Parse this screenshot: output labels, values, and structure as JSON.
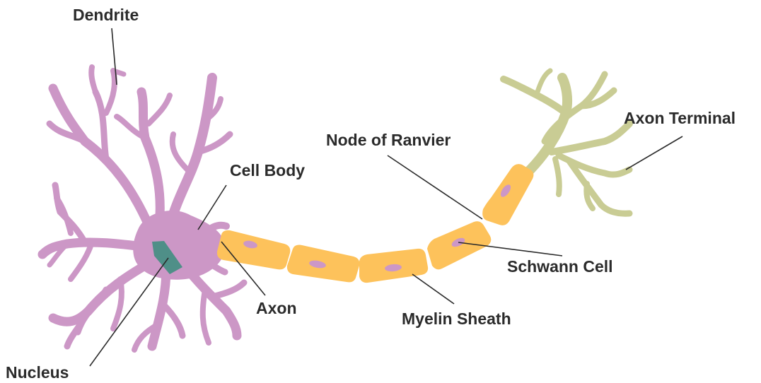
{
  "labels": {
    "dendrite": "Dendrite",
    "cell_body": "Cell Body",
    "nucleus": "Nucleus",
    "axon": "Axon",
    "node_of_ranvier": "Node of Ranvier",
    "myelin_sheath": "Myelin Sheath",
    "schwann_cell": "Schwann Cell",
    "axon_terminal": "Axon Terminal"
  },
  "colors": {
    "cell_body": "#cc97c6",
    "nucleus": "#4f8f88",
    "myelin": "#fdc25b",
    "schwann_nucleus": "#cc97c6",
    "axon_terminal": "#c9cc94",
    "text": "#2b2b2b"
  }
}
